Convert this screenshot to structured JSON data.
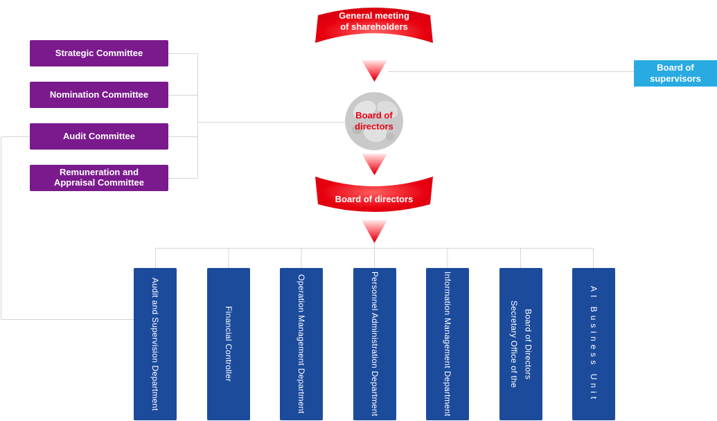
{
  "colors": {
    "red": "#e60012",
    "purple": "#7a1a8c",
    "department_blue": "#1c4b9c",
    "supervisors_blue": "#29abe2",
    "connector_gray": "#d5d5d5"
  },
  "nodes": {
    "general_meeting": {
      "label": "General meeting of shareholders"
    },
    "board_of_directors_circle": {
      "label": "Board of directors"
    },
    "board_of_directors_banner": {
      "label": "Board of directors"
    },
    "board_of_supervisors": {
      "label": "Board of supervisors"
    }
  },
  "committees": [
    {
      "label": "Strategic Committee"
    },
    {
      "label": "Nomination Committee"
    },
    {
      "label": "Audit Committee"
    },
    {
      "label": "Remuneration and Appraisal Committee"
    }
  ],
  "departments": [
    {
      "label": "Audit and Supervision Department"
    },
    {
      "label": "Financial Controller"
    },
    {
      "label": "Operation Management Department"
    },
    {
      "label": "Personnel Administration Department"
    },
    {
      "label": "Information Management Department"
    },
    {
      "label": "Secretary Office of the Board of Directors"
    },
    {
      "label": "AI Business Unit"
    }
  ]
}
